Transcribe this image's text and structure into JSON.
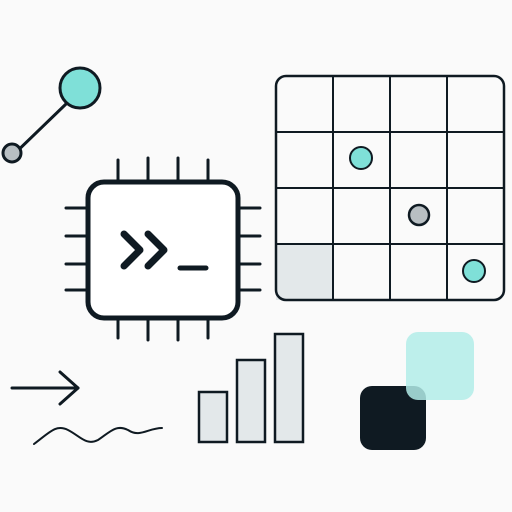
{
  "colors": {
    "background": "#fafafa",
    "ink": "#0f1a22",
    "teal": "#7fe0d8",
    "teal_light": "#b2ece7",
    "pale_gray": "#e3e8ea",
    "white": "#ffffff"
  },
  "icons": {
    "node": "node-link-icon",
    "chip": "terminal-chip-icon",
    "prompt": "terminal-prompt-icon",
    "grid": "grid-board-icon",
    "arrow": "arrow-right-icon",
    "wave": "wave-line-icon",
    "bars": "bar-chart-icon",
    "squares": "overlapping-squares-icon"
  },
  "chart_data": {
    "type": "bar",
    "categories": [
      "",
      "",
      ""
    ],
    "values": [
      1.0,
      1.64,
      2.16
    ],
    "title": "",
    "xlabel": "",
    "ylabel": "",
    "ylim": [
      0,
      2.16
    ],
    "grid": false,
    "legend": "none"
  },
  "grid_board": {
    "rows": 4,
    "cols": 4,
    "shaded_cells": [
      [
        3,
        0
      ]
    ],
    "dots": [
      {
        "row": 1,
        "col": 1,
        "color": "teal"
      },
      {
        "row": 2,
        "col": 2,
        "color": "gray"
      },
      {
        "row": 3,
        "col": 3,
        "color": "teal"
      }
    ]
  }
}
